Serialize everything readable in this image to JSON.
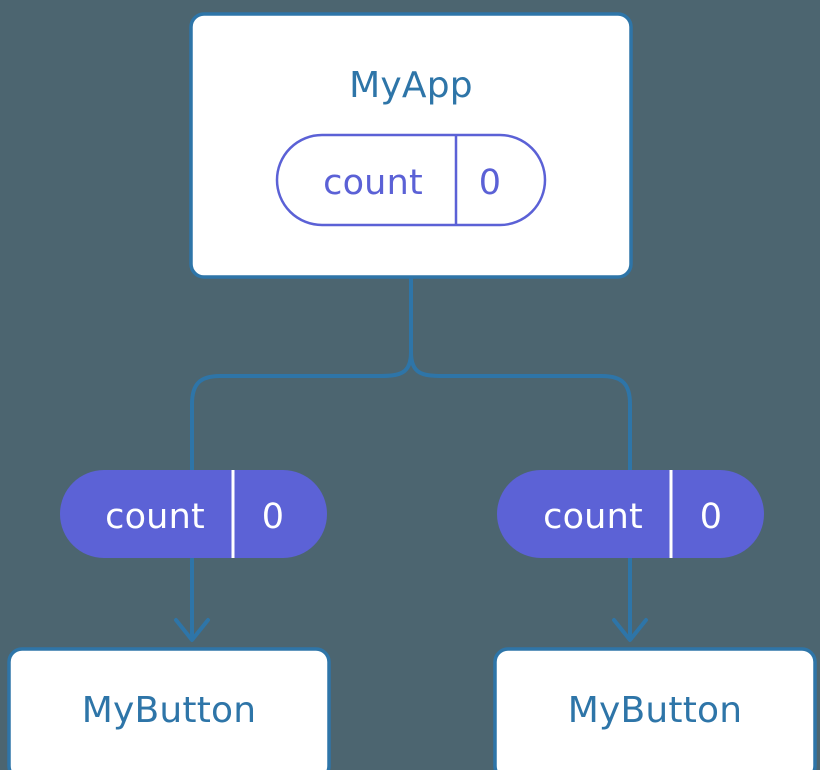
{
  "diagram": {
    "background_color": "#4C6570",
    "colors": {
      "component_border": "#2E75A8",
      "component_fill": "#FFFFFF",
      "component_text": "#2E75A8",
      "connector": "#2E75A8",
      "state_outline_stroke": "#5B61D6",
      "state_outline_fill": "#FFFFFF",
      "state_outline_text": "#5B61D6",
      "state_filled_fill": "#5C62D6",
      "state_filled_text": "#FFFFFF",
      "state_filled_divider": "#FFFFFF"
    },
    "root": {
      "name": "root-component",
      "title": "MyApp",
      "state": {
        "name": "count",
        "value": "0",
        "style": "outlined"
      }
    },
    "children": [
      {
        "name": "left-branch",
        "state": {
          "name": "count",
          "value": "0",
          "style": "filled"
        },
        "component": {
          "title": "MyButton"
        }
      },
      {
        "name": "right-branch",
        "state": {
          "name": "count",
          "value": "0",
          "style": "filled"
        },
        "component": {
          "title": "MyButton"
        }
      }
    ]
  }
}
